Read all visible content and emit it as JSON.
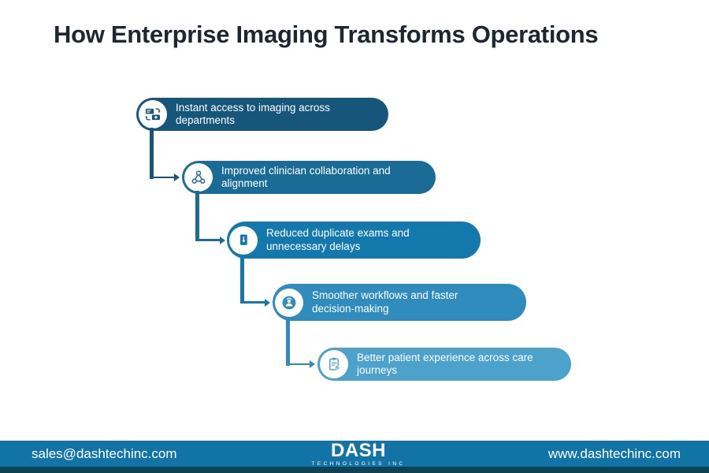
{
  "title": "How Enterprise Imaging Transforms Operations",
  "colors": {
    "background": "#FFFFFF",
    "title_text": "#1E2731",
    "pill_text": "#FFFFFF",
    "icon_circle_bg": "#FFFFFF"
  },
  "steps": [
    {
      "label": "Instant access to imaging across departments",
      "icon": "imaging-access-icon",
      "color": "#16567B"
    },
    {
      "label": "Improved clinician collaboration and alignment",
      "icon": "collaboration-icon",
      "color": "#1A6C97"
    },
    {
      "label": "Reduced duplicate exams and unnecessary delays",
      "icon": "duplicate-exams-icon",
      "color": "#1379AC"
    },
    {
      "label": "Smoother workflows and faster decision-making",
      "icon": "workflow-person-icon",
      "color": "#2F8CBC"
    },
    {
      "label": "Better patient experience across care journeys",
      "icon": "patient-clipboard-icon",
      "color": "#4CA2CB"
    }
  ],
  "footer": {
    "email": "sales@dashtechinc.com",
    "website": "www.dashtechinc.com",
    "logo": {
      "name": "DASH",
      "subtext": "TECHNOLOGIES INC"
    },
    "bar_color": "#1274A6",
    "strip_color": "#0D4156"
  }
}
